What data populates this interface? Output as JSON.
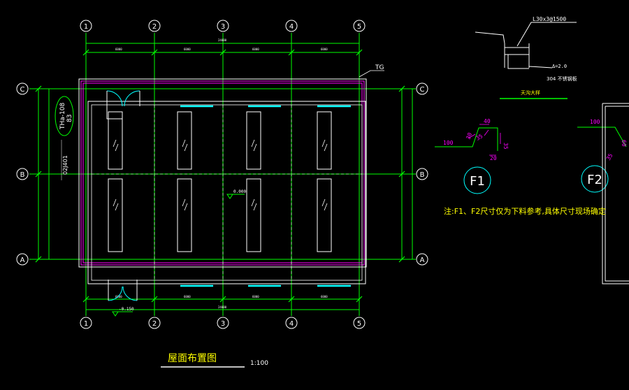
{
  "drawing": {
    "title": "屋面布置图",
    "scale": "1:100",
    "colors": {
      "background": "#000000",
      "grid": "#00ff00",
      "wall": "#ffffff",
      "roof_edge": "#ff00ff",
      "window": "#00ffff",
      "annotation": "#00ff00"
    }
  },
  "axes": {
    "columns": [
      "1",
      "2",
      "3",
      "4",
      "5"
    ],
    "rows": [
      "C",
      "B",
      "A"
    ]
  },
  "labels": {
    "tg": "TG",
    "elev_roof": "0.000",
    "elev_bottom": "-0.150",
    "note_rotated": "THa-108\n83",
    "note_rotated_2": "02J401",
    "rail_spec": "L30x3@1500",
    "rail_thk": "Δ=2.0",
    "rail_material": "304 不锈钢板",
    "rail_caption": "天沟大样",
    "f1": "F1",
    "f2": "F2",
    "dim_100": "100",
    "dim_40": "40",
    "dim_30": "30",
    "dim_35a": "35",
    "dim_35b": "35",
    "dim_20": "20",
    "f2_100": "100",
    "f2_60": "60",
    "f2_35": "35",
    "note": "注:F1、F2尺寸仅为下料参考,具体尺寸现场确定"
  }
}
